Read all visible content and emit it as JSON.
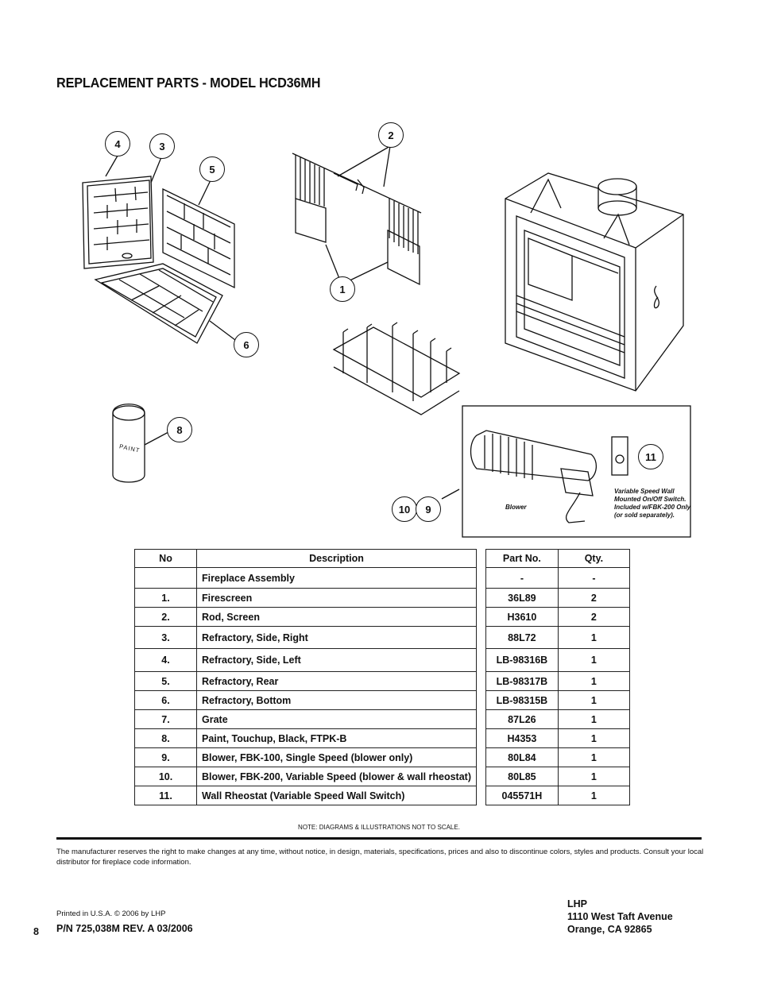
{
  "page": {
    "title": "REPLACEMENT PARTS - MODEL HCD36MH",
    "note": "NOTE: DIAGRAMS & ILLUSTRATIONS NOT TO SCALE.",
    "disclaimer": "The manufacturer reserves the right to make changes at any time, without notice, in design, materials, specifications, prices and also to discontinue colors, styles and products. Consult your local distributor for fireplace code information.",
    "printed": "Printed in U.S.A. © 2006 by LHP",
    "part_number": "P/N  725,038M  REV. A  03/2006",
    "page_number": "8",
    "address": [
      "LHP",
      "1110 West Taft Avenue",
      "Orange, CA  92865"
    ]
  },
  "diagram": {
    "callouts": [
      "4",
      "3",
      "5",
      "2",
      "1",
      "6",
      "8",
      "10",
      "9",
      "11"
    ],
    "paint_label": "PAINT",
    "blower_label": "Blower",
    "switch_label": [
      "Variable Speed Wall",
      "Mounted On/Off Switch.",
      "Included w/FBK-200 Only",
      "(or sold separately)."
    ]
  },
  "table": {
    "headers": {
      "no": "No",
      "description": "Description",
      "part_no": "Part No.",
      "qty": "Qty."
    },
    "rows": [
      {
        "no": "",
        "description": "Fireplace Assembly",
        "part_no": "-",
        "qty": "-"
      },
      {
        "no": "1.",
        "description": "Firescreen",
        "part_no": "36L89",
        "qty": "2"
      },
      {
        "no": "2.",
        "description": "Rod, Screen",
        "part_no": "H3610",
        "qty": "2"
      },
      {
        "no": "3.",
        "description": "Refractory, Side, Right",
        "part_no": "88L72",
        "qty": "1"
      },
      {
        "no": "4.",
        "description": "Refractory, Side, Left",
        "part_no": "LB-98316B",
        "qty": "1"
      },
      {
        "no": "5.",
        "description": "Refractory, Rear",
        "part_no": "LB-98317B",
        "qty": "1"
      },
      {
        "no": "6.",
        "description": "Refractory, Bottom",
        "part_no": "LB-98315B",
        "qty": "1"
      },
      {
        "no": "7.",
        "description": "Grate",
        "part_no": "87L26",
        "qty": "1"
      },
      {
        "no": "8.",
        "description": "Paint, Touchup, Black, FTPK-B",
        "part_no": "H4353",
        "qty": "1"
      },
      {
        "no": "9.",
        "description": "Blower, FBK-100, Single Speed (blower only)",
        "part_no": "80L84",
        "qty": "1"
      },
      {
        "no": "10.",
        "description": "Blower, FBK-200, Variable Speed (blower & wall rheostat)",
        "part_no": "80L85",
        "qty": "1"
      },
      {
        "no": "11.",
        "description": "Wall Rheostat (Variable Speed Wall Switch)",
        "part_no": "045571H",
        "qty": "1"
      }
    ]
  }
}
